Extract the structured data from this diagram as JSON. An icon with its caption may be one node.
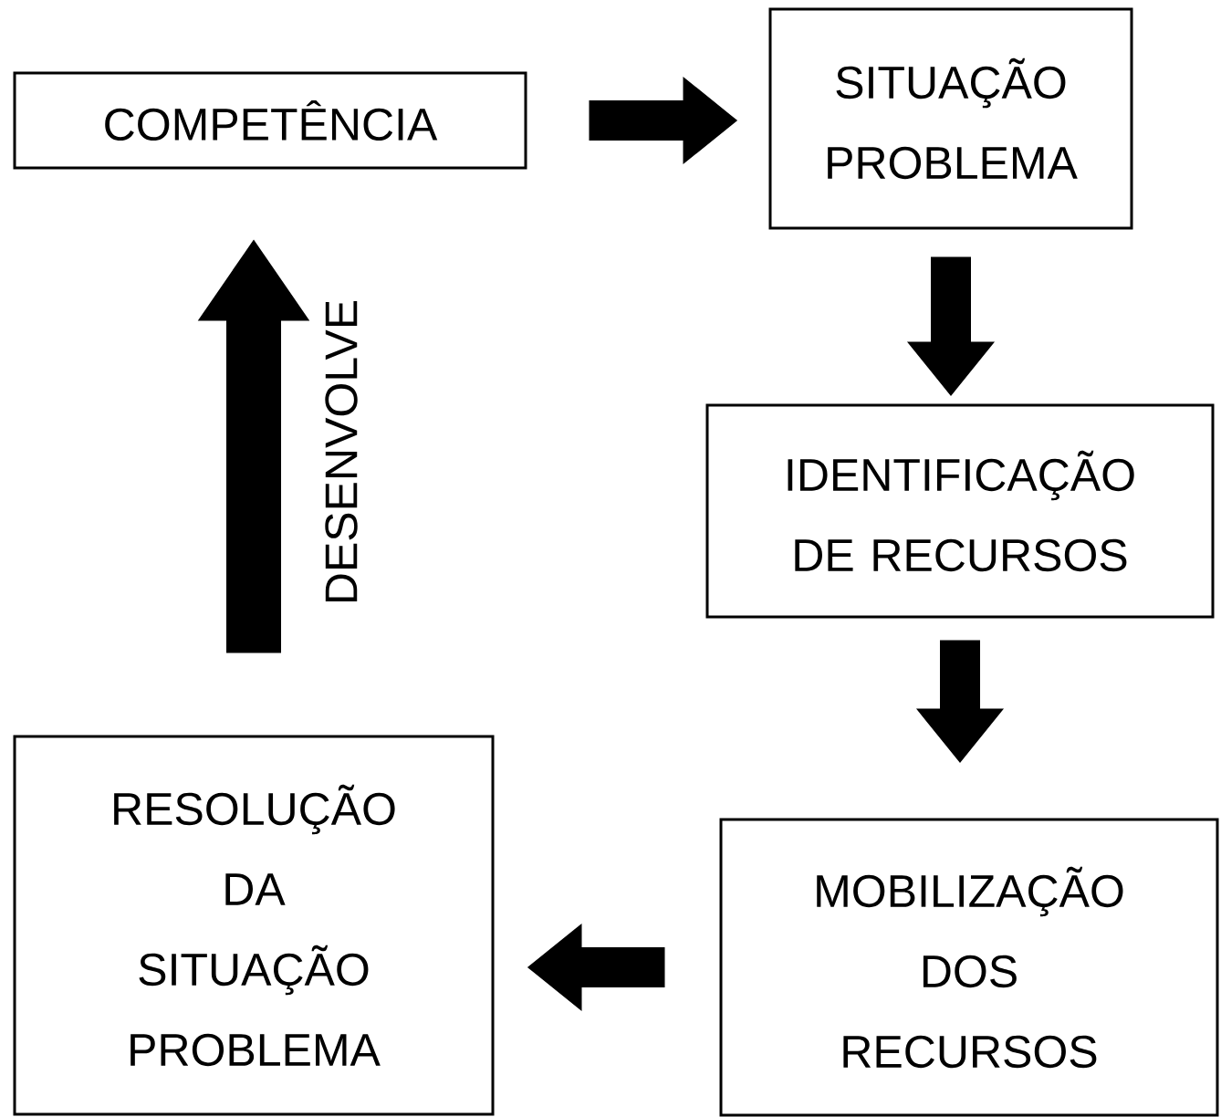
{
  "diagram": {
    "nodes": [
      {
        "text": [
          "COMPETÊNCIA"
        ]
      },
      {
        "text": [
          "SITUAÇÃO PROBLEMA"
        ]
      },
      {
        "text": [
          "IDENTIFICAÇÃO DE RECURSOS"
        ]
      },
      {
        "text": [
          "MOBILIZAÇÃO DOS RECURSOS"
        ]
      },
      {
        "text": [
          "RESOLUÇÃO DA SITUAÇÃO PROBLEMA"
        ]
      }
    ],
    "edges": [
      {
        "from": 0,
        "to": 1,
        "arrow": "to"
      },
      {
        "from": 1,
        "to": 2,
        "arrow": "to"
      },
      {
        "from": 2,
        "to": 3,
        "arrow": "to"
      },
      {
        "from": 3,
        "to": 4,
        "arrow": "to"
      },
      {
        "from": 4,
        "to": 0,
        "arrow": "to",
        "label": "DESENVOLVE"
      }
    ]
  }
}
